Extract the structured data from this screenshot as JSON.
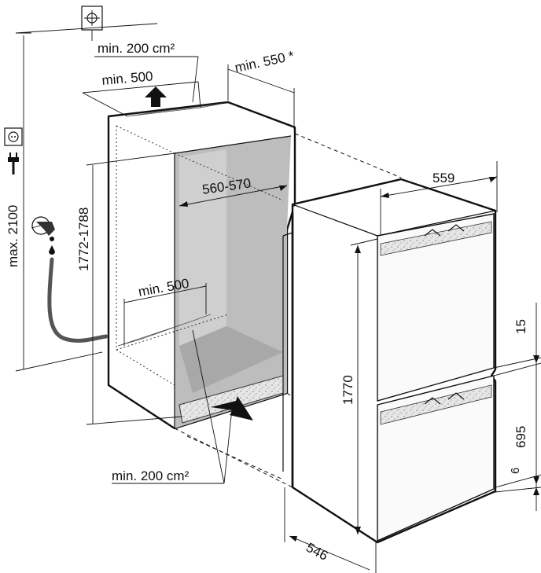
{
  "labels": {
    "vent_top_area": "min. 200 cm²",
    "vent_top_width": "min. 500",
    "depth_min": "min. 550 *",
    "height_max": "max. 2100",
    "niche_height": "1772-1788",
    "niche_width": "560-570",
    "vent_bottom_width": "min. 500",
    "vent_bottom_area": "min. 200 cm²",
    "appliance_width": "559",
    "appliance_height": "1770",
    "appliance_depth": "546",
    "gap_top": "15",
    "door_height": "695",
    "gap_bottom": "6"
  },
  "icons": [
    "power-socket-icon",
    "plug-icon",
    "water-tap-icon",
    "dimension-reference-icon",
    "airflow-arrow-icon"
  ]
}
